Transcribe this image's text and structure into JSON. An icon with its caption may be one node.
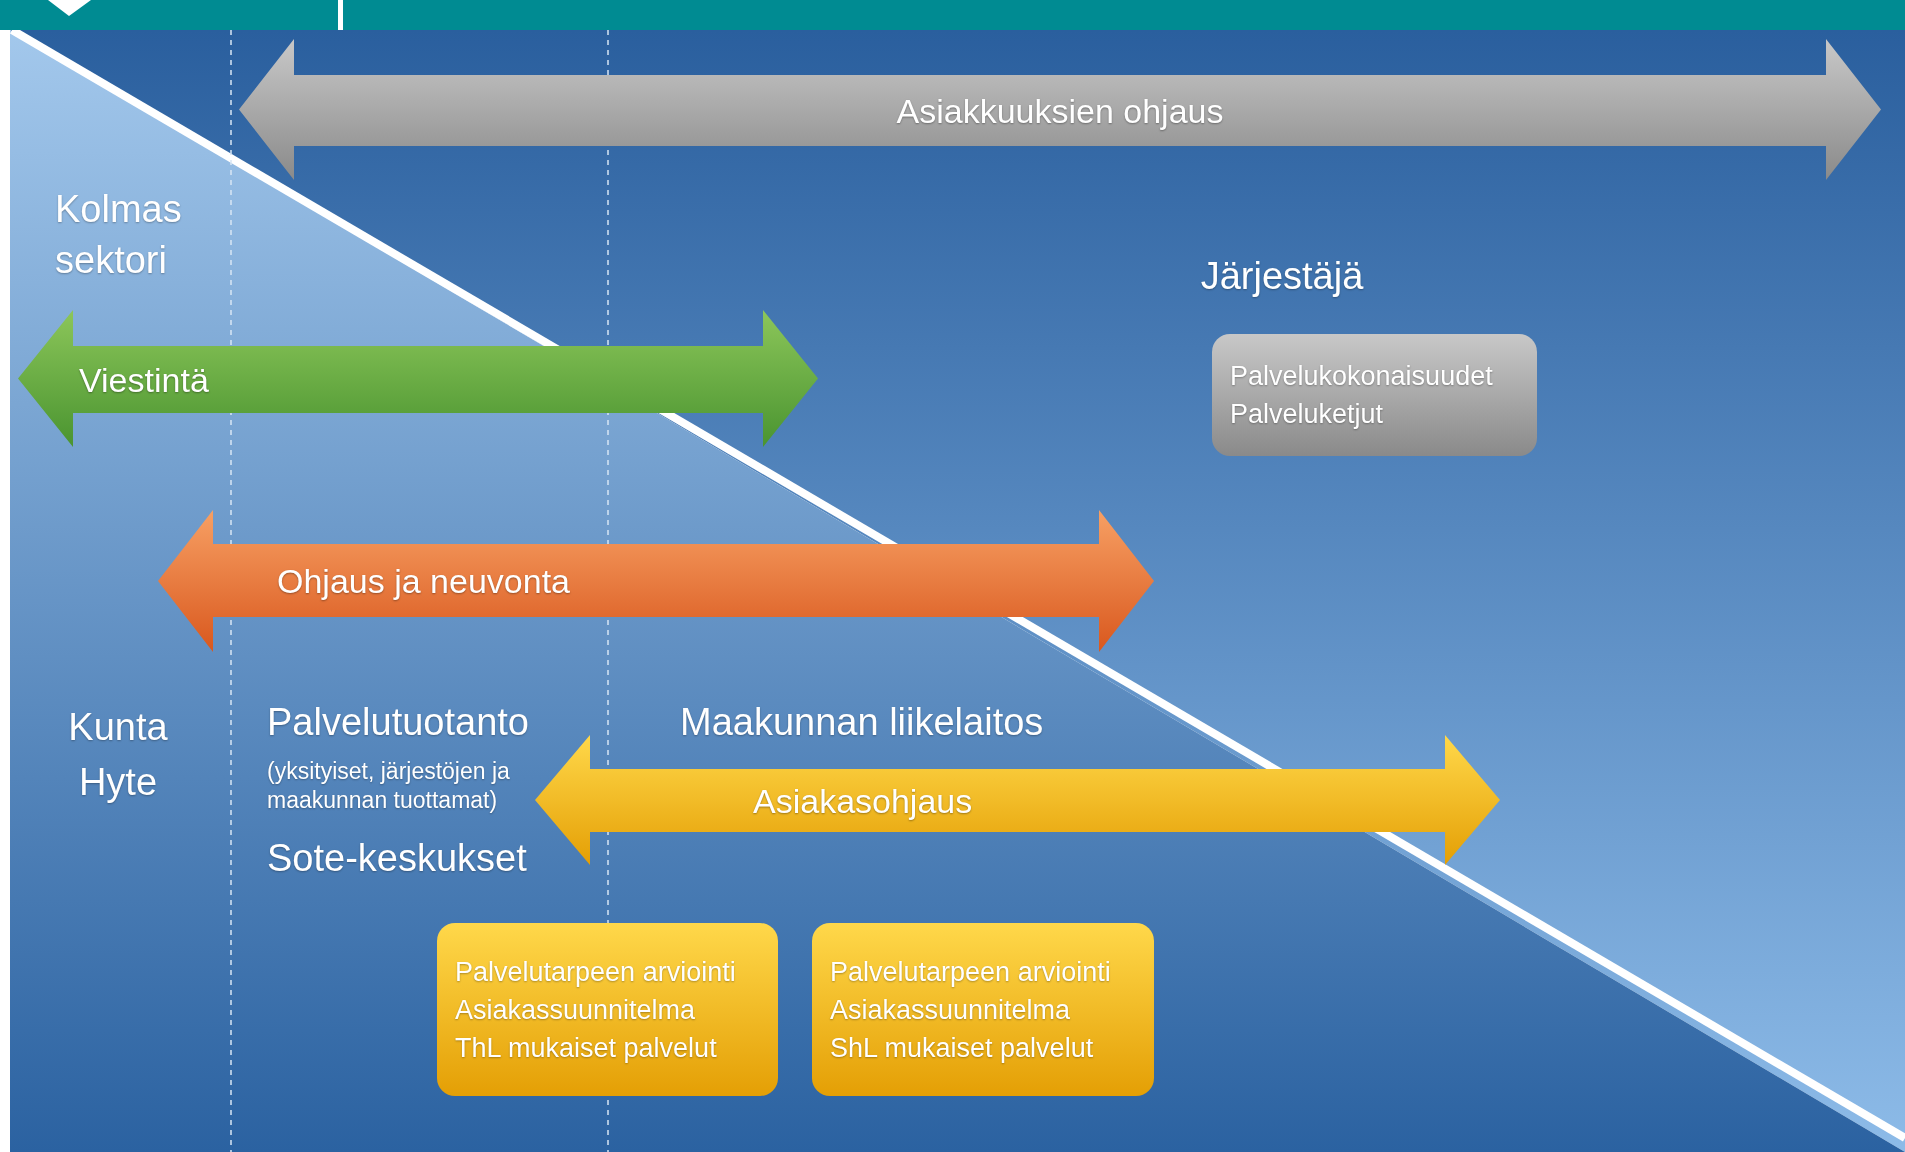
{
  "diagram": {
    "nodes": [
      {
        "text": [
          "Asiakkuuksien ohjaus"
        ]
      },
      {
        "text": [
          "Viestintä"
        ]
      },
      {
        "text": [
          "Palvelukokonaisuudet",
          "Palveluketjut"
        ]
      },
      {
        "text": [
          "Ohjaus ja neuvonta"
        ]
      },
      {
        "text": [
          "Asiakasohjaus"
        ]
      },
      {
        "text": [
          "Palvelutarpeen arviointi",
          "Asiakassuunnitelma",
          "ThL mukaiset palvelut"
        ]
      },
      {
        "text": [
          "Palvelutarpeen arviointi",
          "Asiakassuunnitelma",
          "ShL mukaiset palvelut"
        ]
      }
    ],
    "labels": [
      "Kolmas sektori",
      "Järjestäjä",
      "Kunta Hyte",
      "Palvelutuotanto",
      "Maakunnan liikelaitos",
      "(yksityiset, järjestöjen ja maakunnan tuottamat)",
      "Sote-keskukset"
    ]
  }
}
